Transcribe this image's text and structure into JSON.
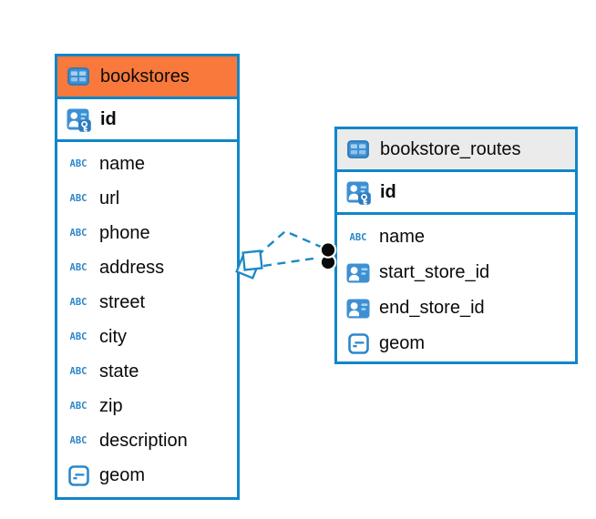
{
  "glyphs": {
    "text_type": "ABC"
  },
  "colors": {
    "entity_border": "#1186C9",
    "bookstores_header_bg": "#F8793B",
    "routes_header_bg": "#EBEBEB",
    "connector": "#1B88C8",
    "icon_blue": "#3E90D3",
    "canvas_bg": "#FFFFFF"
  },
  "diagram": {
    "tables": [
      {
        "name": "bookstores",
        "primary_key": {
          "name": "id"
        },
        "columns": [
          {
            "name": "name",
            "type": "text"
          },
          {
            "name": "url",
            "type": "text"
          },
          {
            "name": "phone",
            "type": "text"
          },
          {
            "name": "address",
            "type": "text"
          },
          {
            "name": "street",
            "type": "text"
          },
          {
            "name": "city",
            "type": "text"
          },
          {
            "name": "state",
            "type": "text"
          },
          {
            "name": "zip",
            "type": "text"
          },
          {
            "name": "description",
            "type": "text"
          },
          {
            "name": "geom",
            "type": "geometry"
          }
        ]
      },
      {
        "name": "bookstore_routes",
        "primary_key": {
          "name": "id"
        },
        "columns": [
          {
            "name": "name",
            "type": "text"
          },
          {
            "name": "start_store_id",
            "type": "reference"
          },
          {
            "name": "end_store_id",
            "type": "reference"
          },
          {
            "name": "geom",
            "type": "geometry"
          }
        ]
      }
    ],
    "relationships": [
      {
        "from": "bookstore_routes.start_store_id",
        "to": "bookstores.id",
        "style": "dashed"
      },
      {
        "from": "bookstore_routes.end_store_id",
        "to": "bookstores.id",
        "style": "dashed"
      }
    ]
  }
}
